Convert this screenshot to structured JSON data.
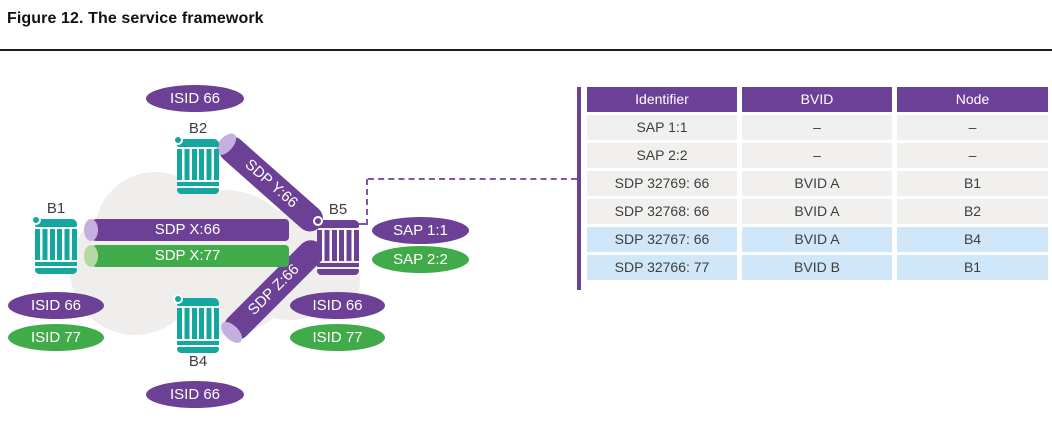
{
  "figure_title": "Figure 12. The service framework",
  "diagram": {
    "nodes": {
      "b1": "B1",
      "b2": "B2",
      "b4": "B4",
      "b5": "B5"
    },
    "pipes": {
      "x66": "SDP X:66",
      "x77": "SDP X:77",
      "y66": "SDP Y:66",
      "z66": "SDP Z:66"
    },
    "badges": {
      "b2_isid66": "ISID 66",
      "b1_isid66": "ISID 66",
      "b1_isid77": "ISID 77",
      "b4_isid66": "ISID 66",
      "b5_isid66": "ISID 66",
      "b5_isid77": "ISID 77",
      "sap11": "SAP 1:1",
      "sap22": "SAP 2:2"
    }
  },
  "table": {
    "headers": [
      "Identifier",
      "BVID",
      "Node"
    ],
    "rows": [
      [
        "SAP 1:1",
        "–",
        "–"
      ],
      [
        "SAP 2:2",
        "–",
        "–"
      ],
      [
        "SDP 32769: 66",
        "BVID A",
        "B1"
      ],
      [
        "SDP 32768: 66",
        "BVID A",
        "B2"
      ],
      [
        "SDP 32767: 66",
        "BVID A",
        "B4"
      ],
      [
        "SDP 32766: 77",
        "BVID B",
        "B1"
      ]
    ]
  },
  "colors": {
    "purple": "#6b4095",
    "green": "#41ab49",
    "teal": "#14a79f",
    "table_header_bg": "#6d4097",
    "row_gray": "#f1f0ee",
    "row_blue": "#cfe7f8",
    "dashed_connector": "#7e57a8"
  }
}
